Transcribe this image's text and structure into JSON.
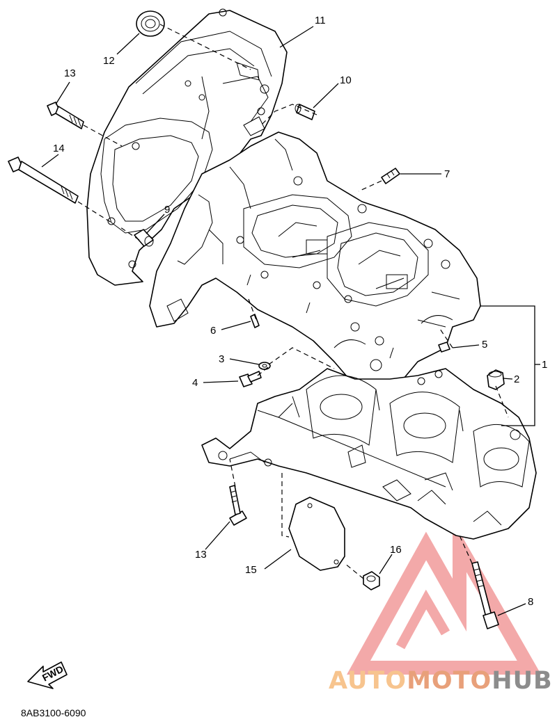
{
  "callouts": [
    {
      "id": "c11",
      "text": "11"
    },
    {
      "id": "c12",
      "text": "12"
    },
    {
      "id": "c13a",
      "text": "13"
    },
    {
      "id": "c14",
      "text": "14"
    },
    {
      "id": "c10",
      "text": "10"
    },
    {
      "id": "c7",
      "text": "7"
    },
    {
      "id": "c9",
      "text": "9"
    },
    {
      "id": "c6",
      "text": "6"
    },
    {
      "id": "c5",
      "text": "5"
    },
    {
      "id": "c3",
      "text": "3"
    },
    {
      "id": "c4",
      "text": "4"
    },
    {
      "id": "c2",
      "text": "2"
    },
    {
      "id": "c1",
      "text": "1"
    },
    {
      "id": "c13b",
      "text": "13"
    },
    {
      "id": "c15",
      "text": "15"
    },
    {
      "id": "c16",
      "text": "16"
    },
    {
      "id": "c8",
      "text": "8"
    }
  ],
  "fwd_label": "FWD",
  "diagram_code": "8AB3100-6090",
  "watermark": {
    "part1": "AUTO",
    "part2": "MOTO",
    "part3": "HUB"
  },
  "colors": {
    "watermark_red": "#f29b9b",
    "watermark_orange": "#f7c48e",
    "watermark_gray": "#8c8c8c",
    "watermark_tan": "#e8a07a"
  }
}
